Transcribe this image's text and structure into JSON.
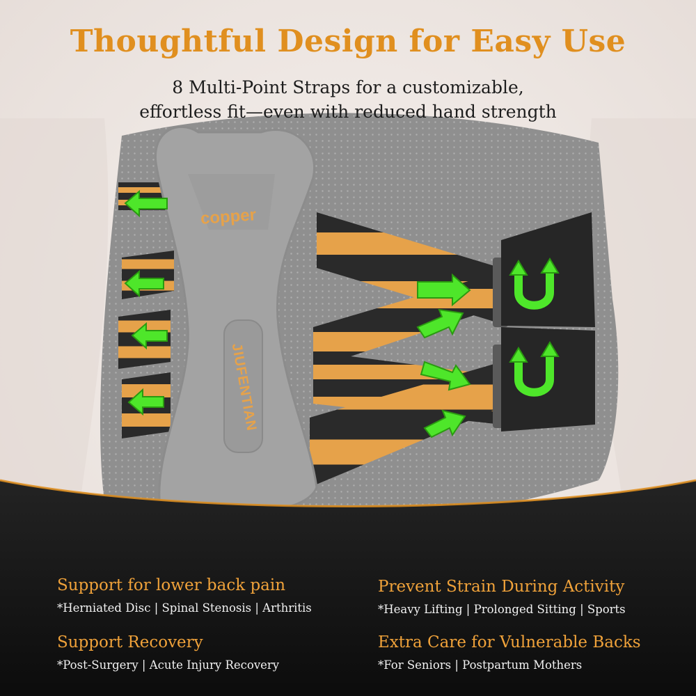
{
  "header": {
    "title": "Thoughtful Design for Easy Use",
    "subtitle_line1": "8 Multi-Point Straps for a customizable,",
    "subtitle_line2": "effortless fit—even with reduced hand strength"
  },
  "product": {
    "logo_text": "copper",
    "brand_text": "JIUFENTIAN"
  },
  "features": [
    {
      "title": "Support for lower back pain",
      "detail": "*Herniated Disc | Spinal Stenosis | Arthritis"
    },
    {
      "title": "Prevent Strain During Activity",
      "detail": "*Heavy Lifting | Prolonged Sitting | Sports"
    },
    {
      "title": "Support Recovery",
      "detail": "*Post-Surgery | Acute Injury Recovery"
    },
    {
      "title": "Extra Care for Vulnerable Backs",
      "detail": "*For Seniors | Postpartum Mothers"
    }
  ],
  "colors": {
    "accent_orange": "#e08f1f",
    "feature_orange": "#f0a23a",
    "arrow_green": "#4ee62a",
    "panel_dark": "#141414"
  },
  "icons": [
    "direction-arrow-icon",
    "u-turn-arrow-icon"
  ]
}
